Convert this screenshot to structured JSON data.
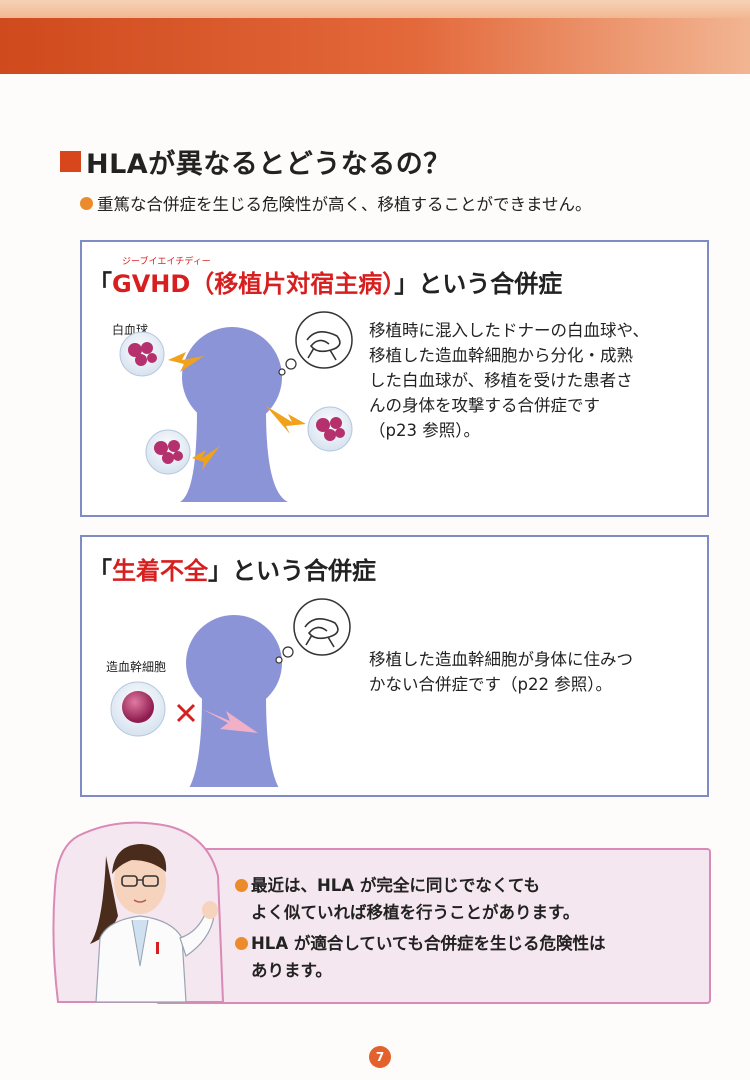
{
  "header": {
    "title": "HLAが異なるとどうなるの？"
  },
  "summary": "重篤な合併症を生じる危険性が高く、移植することができません。",
  "gvhd": {
    "ruby": "ジーブイエイチディー",
    "title_open": "「",
    "title_red": "GVHD（移植片対宿主病）",
    "title_close": "」という合併症",
    "cell_label": "白血球",
    "description": [
      "移植時に混入したドナーの白血球や、",
      "移植した造血幹細胞から分化・成熟",
      "した白血球が、移植を受けた患者さ",
      "んの身体を攻撃する合併症です",
      "（p23 参照）。"
    ]
  },
  "engraftment": {
    "title_open": "「",
    "title_red": "生着不全",
    "title_close": "」という合併症",
    "cell_label": "造血幹細胞",
    "description": [
      "移植した造血幹細胞が身体に住みつ",
      "かない合併症です（p22 参照）。"
    ]
  },
  "notes": [
    {
      "lines": [
        "最近は、HLA が完全に同じでなくても",
        "よく似ていれば移植を行うことがあります。"
      ]
    },
    {
      "lines": [
        "HLA が適合していても合併症を生じる危険性は",
        "あります。"
      ]
    }
  ],
  "page_number": "7",
  "colors": {
    "accent": "#d8461c",
    "box_border": "#7f8bc4",
    "title_red": "#d81f1f",
    "figure": "#8c94d8",
    "note_bg": "#f5e7ef"
  }
}
